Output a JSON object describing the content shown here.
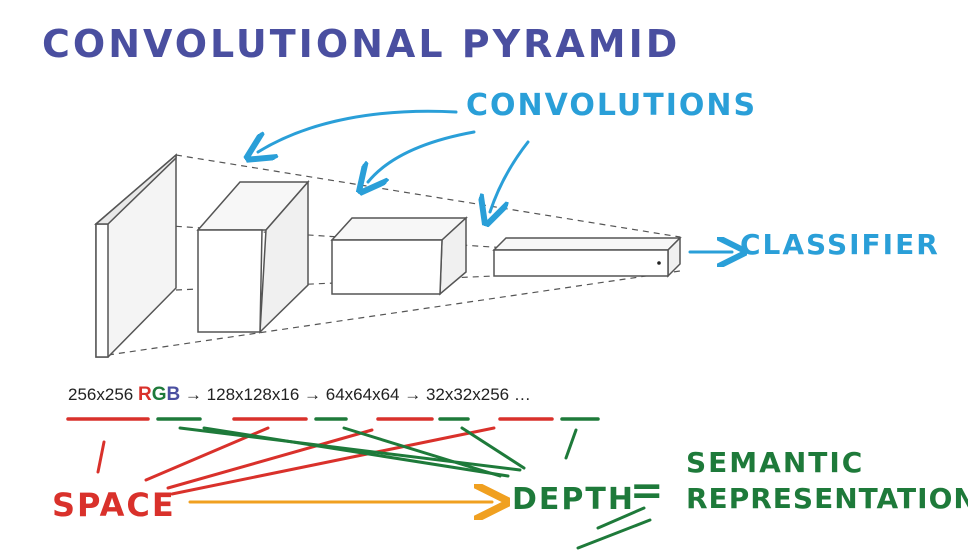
{
  "title": "CONVOLUTIONAL PYRAMID",
  "labels": {
    "convolutions": "CONVOLUTIONS",
    "classifier": "CLASSIFIER",
    "space": "SPACE",
    "depth": "DEPTH",
    "equals": "=",
    "semantic": "SEMANTIC",
    "representation": "REPRESENTATION"
  },
  "dimensions": {
    "d1": "256x256 ",
    "rgb_r": "R",
    "rgb_g": "G",
    "rgb_b": "B",
    "arrow1": " → ",
    "d2": "128x128x16",
    "arrow2": " → ",
    "d3": "64x64x64",
    "arrow3": " → ",
    "d4": "32x32x256",
    "ellipsis": " …"
  },
  "colors": {
    "title": "#4a4fa0",
    "annotation_blue": "#2a9fd8",
    "space_red": "#d9312b",
    "depth_green": "#1e7a3a",
    "arrow_orange": "#f0a020",
    "box_stroke": "#555555"
  }
}
